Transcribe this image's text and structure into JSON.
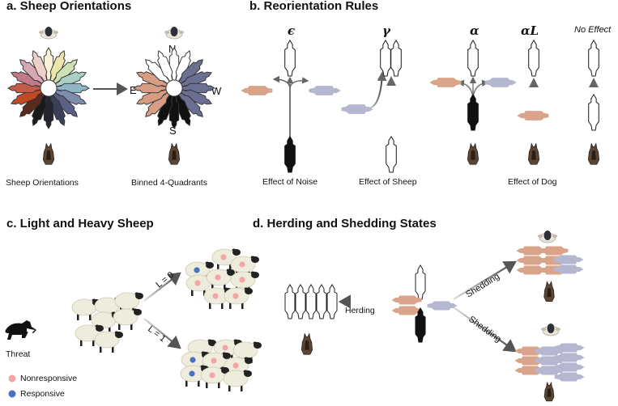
{
  "panels": {
    "a": {
      "title": "a. Sheep Orientations",
      "caption_left": "Sheep Orientations",
      "caption_right": "Binned 4-Quadrants",
      "compass": {
        "n": "N",
        "e": "E",
        "w": "W",
        "s": "S"
      }
    },
    "b": {
      "title": "b. Reorientation Rules",
      "symbols": {
        "epsilon": "ϵ",
        "gamma": "γ",
        "alpha": "α",
        "alpha_l": "αL",
        "no_effect": "No Effect"
      },
      "captions": {
        "noise": "Effect of Noise",
        "sheep": "Effect of Sheep",
        "dog": "Effect of Dog"
      }
    },
    "c": {
      "title": "c. Light and Heavy Sheep",
      "threat": "Threat",
      "l0": "L = 0",
      "l1": "L = 1",
      "legend": {
        "nonresponsive": "Nonresponsive",
        "responsive": "Responsive"
      }
    },
    "d": {
      "title": "d. Herding and Shedding States",
      "herding": "Herding",
      "shedding_top": "Shedding",
      "shedding_bottom": "Shedding"
    }
  },
  "colors": {
    "tan": "#d9a48a",
    "lavender": "#b4b7cf",
    "black": "#111111",
    "dog": "#5b4636",
    "nonresponsive": "#f4a5a5",
    "responsive": "#4a72c4",
    "fleece": "#eeecdc",
    "wheel": [
      "#f7f2d6",
      "#ece6ac",
      "#cfe0b4",
      "#a9cfc6",
      "#8fb6c6",
      "#7d8dae",
      "#5c5f86",
      "#3c3f58",
      "#24252f",
      "#1a1a1a",
      "#5b2a1e",
      "#c04a23",
      "#c25c49",
      "#c47a86",
      "#d8a7b4",
      "#ecd0c8"
    ]
  },
  "icons": [
    "sheep-topdown-icon",
    "dog-topdown-icon",
    "arrow-icon",
    "border-collie-icon"
  ]
}
